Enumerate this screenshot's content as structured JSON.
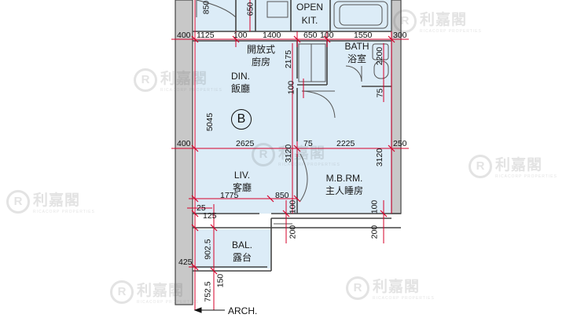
{
  "rooms": {
    "open_kit_en_1": "OPEN",
    "open_kit_en_2": "KIT.",
    "open_kit_zh_1": "開放式",
    "open_kit_zh_2": "廚房",
    "bath_en": "BATH",
    "bath_zh": "浴室",
    "din_en": "DIN.",
    "din_zh": "飯廳",
    "liv_en": "LIV.",
    "liv_zh": "客廳",
    "mbr_en": "M.B.RM.",
    "mbr_zh": "主人睡房",
    "bal_en": "BAL.",
    "bal_zh": "露台",
    "unit_marker": "B",
    "arch": "ARCH."
  },
  "dimensions": {
    "top_row": [
      "400",
      "1125",
      "100",
      "1400",
      "650",
      "100",
      "1550",
      "300"
    ],
    "mid_row": [
      "400",
      "2625",
      "75",
      "2225",
      "250"
    ],
    "liv_row": [
      "1775",
      "850"
    ],
    "bal_left": "425",
    "vertical": {
      "top_left": "850",
      "top_mid": "650",
      "kit": "2175",
      "bath": "2200",
      "din_small": "100",
      "bath_small": "75",
      "main_left": "5045",
      "main_mid": "3120",
      "main_right": "3120",
      "liv_small_1": "25",
      "liv_small_2": "125",
      "liv_100_a": "100",
      "liv_100_b": "100",
      "base_200_a": "200",
      "base_200_b": "200",
      "bal_902": "902.5",
      "bal_752": "752.5",
      "bal_150": "150"
    }
  },
  "watermark": {
    "brand": "利嘉閣",
    "sub": "RICACORP PROPERTIES",
    "logo_letter": "R"
  },
  "colors": {
    "room_fill": "#dcecf7",
    "wall": "#444444",
    "dim_line": "#d6002a",
    "pillar": "#c8c8c8"
  }
}
